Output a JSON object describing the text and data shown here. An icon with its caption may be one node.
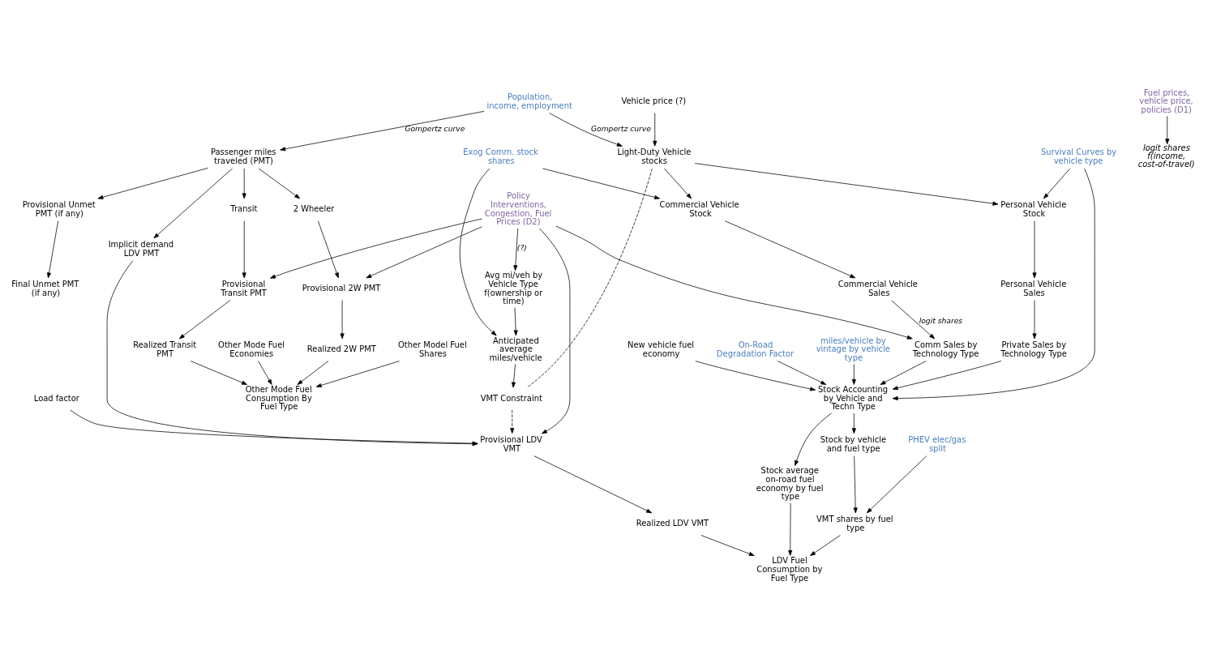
{
  "diagram": {
    "nodes": [
      {
        "text": [
          "Population, income, employment"
        ]
      },
      {
        "text": [
          "Passenger miles traveled (PMT)"
        ]
      },
      {
        "text": [
          "Light-Duty Vehicle stocks"
        ]
      },
      {
        "text": [
          "Vehicle price (?)"
        ]
      },
      {
        "text": [
          "Survival Curves by vehicle type"
        ]
      },
      {
        "text": [
          "Exog Comm. stock shares"
        ]
      },
      {
        "text": [
          "logit shares f(income, cost-of-travel)"
        ]
      },
      {
        "text": [
          "Fuel prices, vehicle price, policies (D1)"
        ]
      },
      {
        "text": [
          "Implicit demand LDV PMT"
        ]
      },
      {
        "text": [
          "2 Wheeler"
        ]
      },
      {
        "text": [
          "Transit"
        ]
      },
      {
        "text": [
          "Personal Vehicle Stock"
        ]
      },
      {
        "text": [
          "Commercial Vehicle Stock"
        ]
      },
      {
        "text": [
          "Anticipated average miles/vehicle"
        ]
      },
      {
        "text": [
          "VMT Constraint"
        ]
      },
      {
        "text": [
          "Avg mi/veh by Vehicle Type f(ownership or time)"
        ]
      },
      {
        "text": [
          "Load factor"
        ]
      },
      {
        "text": [
          "Provisional LDV VMT"
        ]
      },
      {
        "text": [
          "Provisional 2W PMT"
        ]
      },
      {
        "text": [
          "Provisional Transit PMT"
        ]
      },
      {
        "text": [
          "Provisional Unmet PMT (if any)"
        ]
      },
      {
        "text": [
          "Personal Vehicle Sales"
        ]
      },
      {
        "text": [
          "Commercial Vehicle Sales"
        ]
      },
      {
        "text": [
          "Policy Interventions, Congestion, Fuel Prices (D2)"
        ]
      },
      {
        "text": [
          "Private Sales by Technology Type"
        ]
      },
      {
        "text": [
          "Comm Sales by Technology Type"
        ]
      },
      {
        "text": [
          "Realized LDV VMT"
        ]
      },
      {
        "text": [
          "Realized 2W PMT"
        ]
      },
      {
        "text": [
          "Realized Transit PMT"
        ]
      },
      {
        "text": [
          "Final Unmet PMT (if any)"
        ]
      },
      {
        "text": [
          "Stock Accounting by Vehicle and Techn Type"
        ]
      },
      {
        "text": [
          "New vehicle fuel economy"
        ]
      },
      {
        "text": [
          "On-Road Degradation Factor"
        ]
      },
      {
        "text": [
          "miles/vehicle by vintage by vehicle type"
        ]
      },
      {
        "text": [
          "Stock average on-road fuel economy by fuel type"
        ]
      },
      {
        "text": [
          "Stock by vehicle and fuel type"
        ]
      },
      {
        "text": [
          "VMT shares by fuel type"
        ]
      },
      {
        "text": [
          "PHEV elec/gas split"
        ]
      },
      {
        "text": [
          "LDV Fuel Consumption by Fuel Type"
        ]
      },
      {
        "text": [
          "Other Model Fuel Shares"
        ]
      },
      {
        "text": [
          "Other Mode Fuel Economies"
        ]
      },
      {
        "text": [
          "Other Mode Fuel Consumption By Fuel Type"
        ]
      }
    ],
    "edges": [
      {
        "from": 0,
        "to": 1,
        "arrow": "to",
        "label": "Gompertz curve"
      },
      {
        "from": 0,
        "to": 2,
        "arrow": "to",
        "label": "Gompertz curve"
      },
      {
        "from": 3,
        "to": 2,
        "arrow": "to"
      },
      {
        "from": 2,
        "to": 11,
        "arrow": "to"
      },
      {
        "from": 2,
        "to": 12,
        "arrow": "to"
      },
      {
        "from": 2,
        "to": 14,
        "arrow": "none",
        "style": "dashed"
      },
      {
        "from": 14,
        "to": 17,
        "arrow": "to",
        "style": "dashed"
      },
      {
        "from": 4,
        "to": 11,
        "arrow": "to"
      },
      {
        "from": 4,
        "to": 30,
        "arrow": "to"
      },
      {
        "from": 5,
        "to": 13,
        "arrow": "to"
      },
      {
        "from": 5,
        "to": 12,
        "arrow": "to"
      },
      {
        "from": 13,
        "to": 14,
        "arrow": "to"
      },
      {
        "from": 15,
        "to": 13,
        "arrow": "to"
      },
      {
        "from": 1,
        "to": 8,
        "arrow": "to"
      },
      {
        "from": 1,
        "to": 9,
        "arrow": "to"
      },
      {
        "from": 1,
        "to": 10,
        "arrow": "to"
      },
      {
        "from": 1,
        "to": 20,
        "arrow": "to"
      },
      {
        "from": 7,
        "to": 6,
        "arrow": "to"
      },
      {
        "from": 8,
        "to": 17,
        "arrow": "to"
      },
      {
        "from": 9,
        "to": 18,
        "arrow": "to"
      },
      {
        "from": 10,
        "to": 19,
        "arrow": "to"
      },
      {
        "from": 20,
        "to": 29,
        "arrow": "to"
      },
      {
        "from": 16,
        "to": 17,
        "arrow": "to"
      },
      {
        "from": 11,
        "to": 21,
        "arrow": "to"
      },
      {
        "from": 12,
        "to": 22,
        "arrow": "to"
      },
      {
        "from": 21,
        "to": 24,
        "arrow": "to"
      },
      {
        "from": 22,
        "to": 25,
        "arrow": "to",
        "label": "logit shares"
      },
      {
        "from": 23,
        "to": 15,
        "arrow": "to",
        "label": "(?)"
      },
      {
        "from": 23,
        "to": 17,
        "arrow": "to"
      },
      {
        "from": 23,
        "to": 18,
        "arrow": "to"
      },
      {
        "from": 23,
        "to": 19,
        "arrow": "to"
      },
      {
        "from": 23,
        "to": 25,
        "arrow": "to"
      },
      {
        "from": 17,
        "to": 26,
        "arrow": "to"
      },
      {
        "from": 18,
        "to": 27,
        "arrow": "to"
      },
      {
        "from": 19,
        "to": 28,
        "arrow": "to"
      },
      {
        "from": 24,
        "to": 30,
        "arrow": "to"
      },
      {
        "from": 25,
        "to": 30,
        "arrow": "to"
      },
      {
        "from": 31,
        "to": 30,
        "arrow": "to"
      },
      {
        "from": 32,
        "to": 30,
        "arrow": "to"
      },
      {
        "from": 33,
        "to": 30,
        "arrow": "to"
      },
      {
        "from": 30,
        "to": 34,
        "arrow": "to"
      },
      {
        "from": 30,
        "to": 35,
        "arrow": "to"
      },
      {
        "from": 35,
        "to": 36,
        "arrow": "to"
      },
      {
        "from": 37,
        "to": 36,
        "arrow": "to"
      },
      {
        "from": 34,
        "to": 38,
        "arrow": "to"
      },
      {
        "from": 36,
        "to": 38,
        "arrow": "to"
      },
      {
        "from": 26,
        "to": 38,
        "arrow": "to"
      },
      {
        "from": 27,
        "to": 41,
        "arrow": "to"
      },
      {
        "from": 28,
        "to": 41,
        "arrow": "to"
      },
      {
        "from": 39,
        "to": 41,
        "arrow": "to"
      },
      {
        "from": 40,
        "to": 41,
        "arrow": "to"
      }
    ]
  }
}
